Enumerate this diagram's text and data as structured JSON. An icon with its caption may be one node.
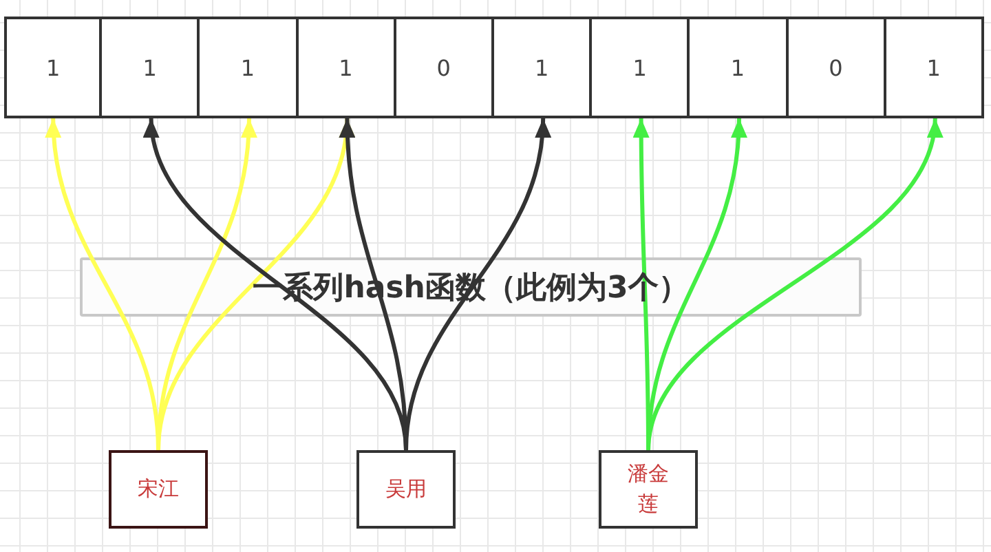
{
  "diagram": {
    "nodes": [
      {
        "text": [
          "1"
        ]
      },
      {
        "text": [
          "1"
        ]
      },
      {
        "text": [
          "1"
        ]
      },
      {
        "text": [
          "1"
        ]
      },
      {
        "text": [
          "0"
        ]
      },
      {
        "text": [
          "1"
        ]
      },
      {
        "text": [
          "1"
        ]
      },
      {
        "text": [
          "1"
        ]
      },
      {
        "text": [
          "0"
        ]
      },
      {
        "text": [
          "1"
        ]
      },
      {
        "text": [
          "宋江"
        ]
      },
      {
        "text": [
          "吴用"
        ]
      },
      {
        "text": [
          "潘金莲"
        ]
      }
    ],
    "edges": [
      {
        "from": 10,
        "to": 0,
        "arrow": "to",
        "color": "#ffff55"
      },
      {
        "from": 10,
        "to": 2,
        "arrow": "to",
        "color": "#ffff55"
      },
      {
        "from": 10,
        "to": 3,
        "arrow": "to",
        "color": "#ffff55"
      },
      {
        "from": 11,
        "to": 1,
        "arrow": "to",
        "color": "#333333"
      },
      {
        "from": 11,
        "to": 3,
        "arrow": "to",
        "color": "#333333"
      },
      {
        "from": 11,
        "to": 5,
        "arrow": "to",
        "color": "#333333"
      },
      {
        "from": 12,
        "to": 6,
        "arrow": "to",
        "color": "#44ee44"
      },
      {
        "from": 12,
        "to": 7,
        "arrow": "to",
        "color": "#44ee44"
      },
      {
        "from": 12,
        "to": 9,
        "arrow": "to",
        "color": "#44ee44"
      }
    ],
    "labels": [
      "一系列hash函数（此例为3个）"
    ]
  }
}
